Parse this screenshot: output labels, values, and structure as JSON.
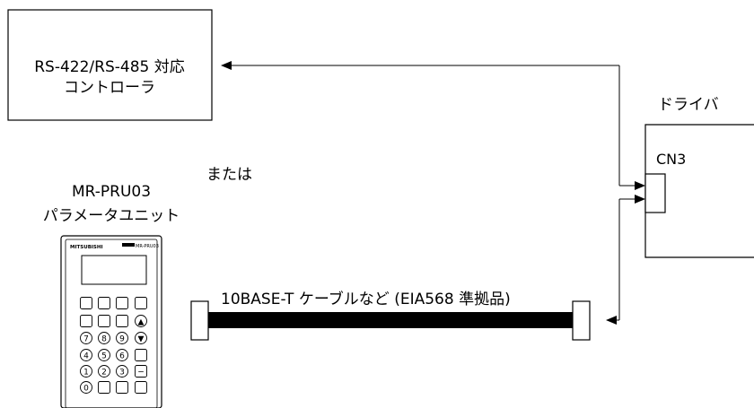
{
  "controller": {
    "label_line1": "RS-422/RS-485 対応",
    "label_line2": "コントローラ"
  },
  "driver": {
    "title": "ドライバ",
    "connector": "CN3"
  },
  "or_label": "または",
  "parameter_unit": {
    "model": "MR-PRU03",
    "name": "パラメータユニット",
    "brand": "MITSUBISHI",
    "badge": "MR-PRU03",
    "keys": [
      [
        "",
        "",
        "",
        ""
      ],
      [
        "",
        "",
        "",
        "▲"
      ],
      [
        "7",
        "8",
        "9",
        "▼"
      ],
      [
        "4",
        "5",
        "6",
        ""
      ],
      [
        "1",
        "2",
        "3",
        "−"
      ],
      [
        "0",
        "",
        "",
        ""
      ]
    ]
  },
  "cable": {
    "label": "10BASE-T ケーブルなど (EIA568 準拠品)"
  }
}
